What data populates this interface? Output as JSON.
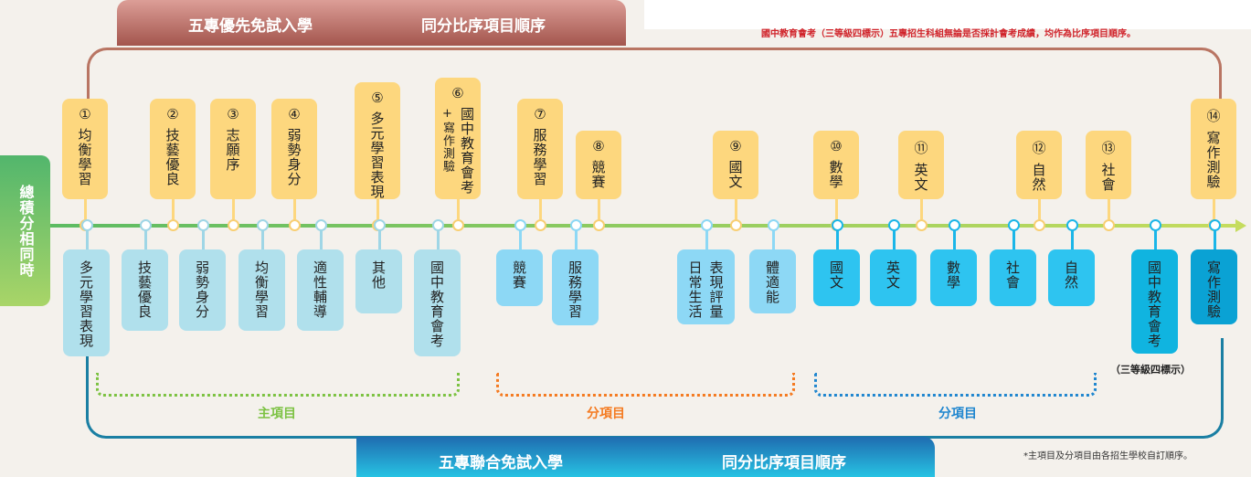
{
  "header_top": {
    "left": "五專優先免試入學",
    "right": "同分比序項目順序"
  },
  "header_bottom": {
    "left": "五專聯合免試入學",
    "right": "同分比序項目順序"
  },
  "note": "國中教育會考（三等級四標示）五專招生科組無論是否採計會考成績，均作為比序項目順序。",
  "footnote": "*主項目及分項目由各招生學校自訂順序。",
  "left_label": "總積分相同時",
  "top_items": [
    {
      "num": "①",
      "label": "均衡學習"
    },
    {
      "num": "②",
      "label": "技藝優良"
    },
    {
      "num": "③",
      "label": "志願序"
    },
    {
      "num": "④",
      "label": "弱勢身分"
    },
    {
      "num": "⑤",
      "label": "多元學習表現"
    },
    {
      "num": "⑥",
      "label": "國中教育會考",
      "label2": "+寫作測驗"
    },
    {
      "num": "⑦",
      "label": "服務學習"
    },
    {
      "num": "⑧",
      "label": "競賽"
    },
    {
      "num": "⑨",
      "label": "國文"
    },
    {
      "num": "⑩",
      "label": "數學"
    },
    {
      "num": "⑪",
      "label": "英文"
    },
    {
      "num": "⑫",
      "label": "自然"
    },
    {
      "num": "⑬",
      "label": "社會"
    },
    {
      "num": "⑭",
      "label": "寫作測驗"
    }
  ],
  "bottom_items": [
    {
      "label": "多元學習表現"
    },
    {
      "label": "技藝優良"
    },
    {
      "label": "弱勢身分"
    },
    {
      "label": "均衡學習"
    },
    {
      "label": "適性輔導"
    },
    {
      "label": "其他"
    },
    {
      "label": "國中教育會考"
    },
    {
      "label": "競賽"
    },
    {
      "label": "服務學習"
    },
    {
      "label": "表現評量",
      "label2": "日常生活"
    },
    {
      "label": "體適能"
    },
    {
      "label": "國文"
    },
    {
      "label": "英文"
    },
    {
      "label": "數學"
    },
    {
      "label": "社會"
    },
    {
      "label": "自然"
    },
    {
      "label": "國中教育會考"
    },
    {
      "label": "寫作測驗"
    }
  ],
  "cap_note": "（三等級四標示）",
  "groups": [
    {
      "label": "主項目",
      "color": "#7cc242"
    },
    {
      "label": "分項目",
      "color": "#f47a20"
    },
    {
      "label": "分項目",
      "color": "#1f86cf"
    }
  ]
}
